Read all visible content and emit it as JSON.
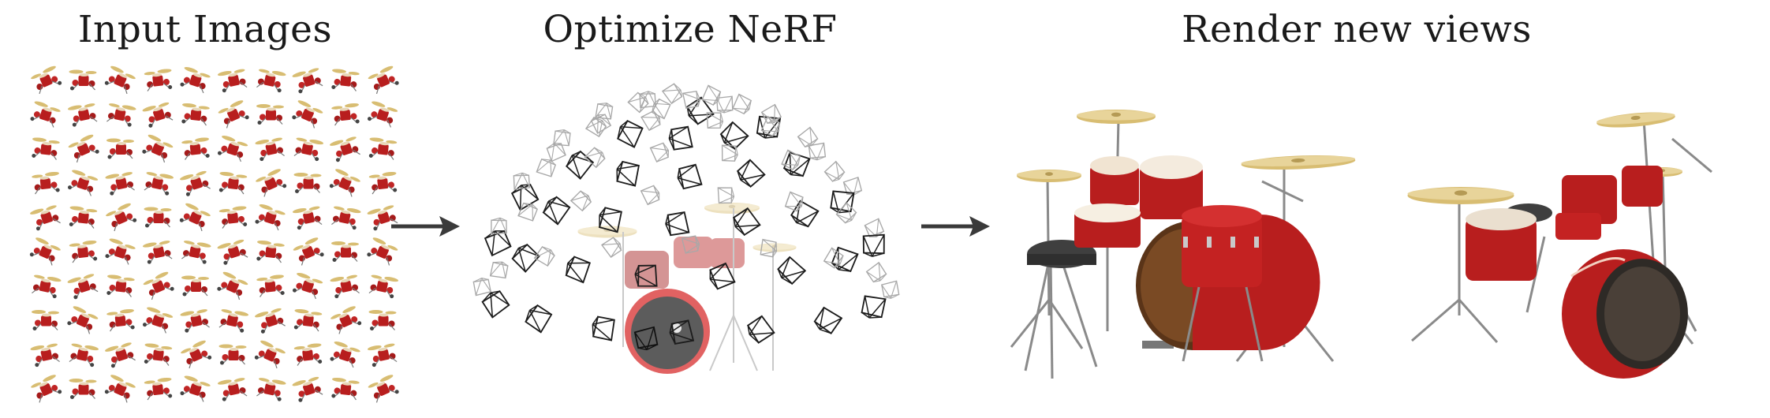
{
  "panels": [
    {
      "id": "input",
      "title": "Input Images"
    },
    {
      "id": "optimize",
      "title": "Optimize NeRF"
    },
    {
      "id": "render",
      "title": "Render new views"
    }
  ],
  "grid": {
    "rows": 10,
    "cols": 10
  },
  "colors": {
    "drum_red": "#b81e1e",
    "cymbal_gold": "#d8bd72",
    "chrome": "#9a9a9a",
    "arrow": "#3a3a3a"
  }
}
